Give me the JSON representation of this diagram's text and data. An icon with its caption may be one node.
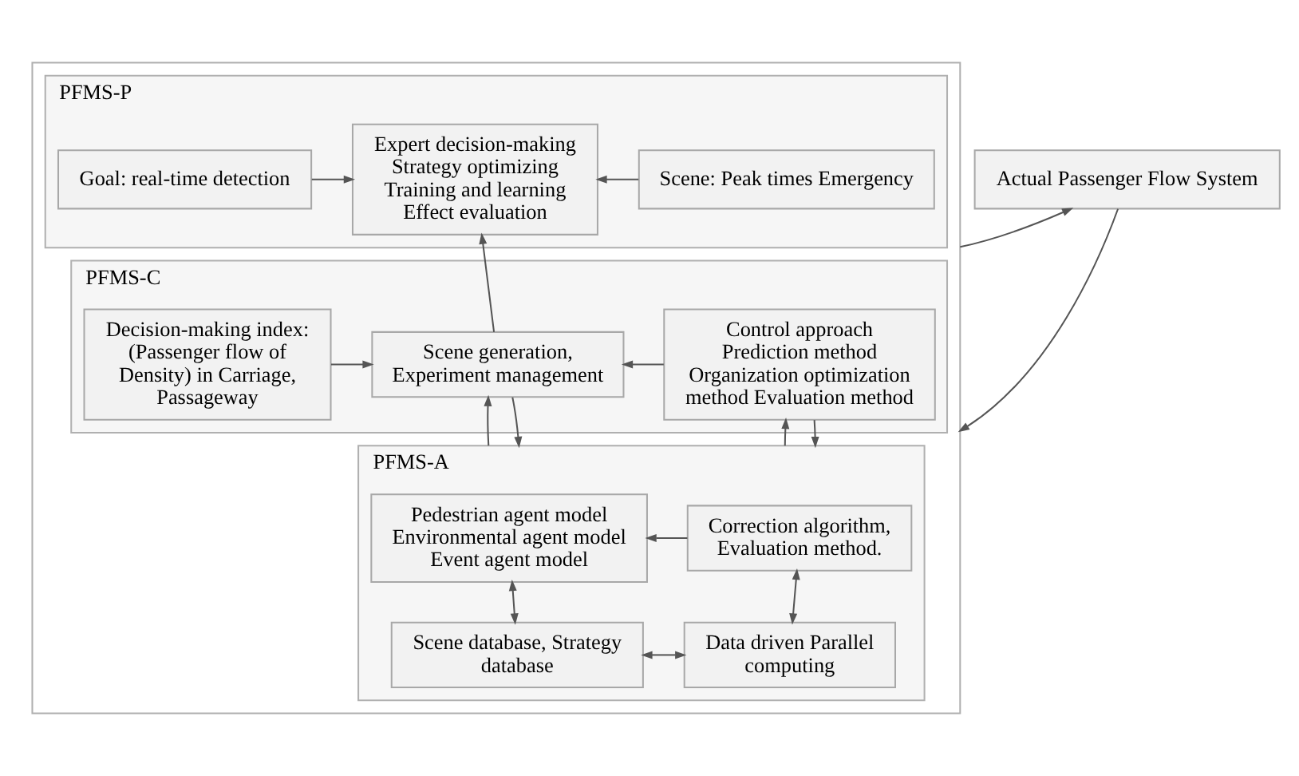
{
  "diagram": {
    "nodes": [
      {
        "text": [
          "Actual Passenger Flow System"
        ]
      },
      {
        "text": [],
        "shape": "box"
      },
      {
        "text": [
          "PFMS-P"
        ],
        "in": 1
      },
      {
        "text": [
          "Goal: real-time detection"
        ],
        "in": 2
      },
      {
        "text": [
          "Expert decision-making Strategy optimizing Training and learning Effect evaluation"
        ],
        "in": 2
      },
      {
        "text": [
          "Scene: Peak times Emergency"
        ],
        "in": 2
      },
      {
        "text": [
          "PFMS-C"
        ],
        "in": 1
      },
      {
        "text": [
          "Decision-making index: (Passenger flow of Density) in Carriage, Passageway"
        ],
        "in": 6
      },
      {
        "text": [
          "Scene generation, Experiment management"
        ],
        "in": 6
      },
      {
        "text": [
          "Control approach Prediction method Organization optimization method Evaluation method"
        ],
        "in": 6
      },
      {
        "text": [
          "PFMS-A"
        ],
        "in": 1
      },
      {
        "text": [
          "Pedestrian agent model Environmental agent model Event agent model"
        ],
        "in": 10
      },
      {
        "text": [
          "Correction algorithm, Evaluation method."
        ],
        "in": 10
      },
      {
        "text": [
          "Scene database, Strategy database"
        ],
        "in": 10
      },
      {
        "text": [
          "Data driven Parallel computing"
        ],
        "in": 10
      }
    ],
    "edges": [
      {
        "from": 1,
        "to": 0,
        "arrow": "to"
      },
      {
        "from": 0,
        "to": 1,
        "arrow": "to"
      },
      {
        "from": 3,
        "to": 4,
        "arrow": "to"
      },
      {
        "from": 5,
        "to": 4,
        "arrow": "to"
      },
      {
        "from": 8,
        "to": 4,
        "arrow": "to"
      },
      {
        "from": 7,
        "to": 8,
        "arrow": "to"
      },
      {
        "from": 9,
        "to": 8,
        "arrow": "to"
      },
      {
        "from": 10,
        "to": 8,
        "arrow": "to"
      },
      {
        "from": 8,
        "to": 10,
        "arrow": "to"
      },
      {
        "from": 10,
        "to": 9,
        "arrow": "to"
      },
      {
        "from": 9,
        "to": 10,
        "arrow": "to"
      },
      {
        "from": 12,
        "to": 11,
        "arrow": "to"
      },
      {
        "from": 11,
        "to": 13,
        "arrow": "both"
      },
      {
        "from": 12,
        "to": 14,
        "arrow": "both"
      },
      {
        "from": 13,
        "to": 14,
        "arrow": "both"
      }
    ]
  }
}
